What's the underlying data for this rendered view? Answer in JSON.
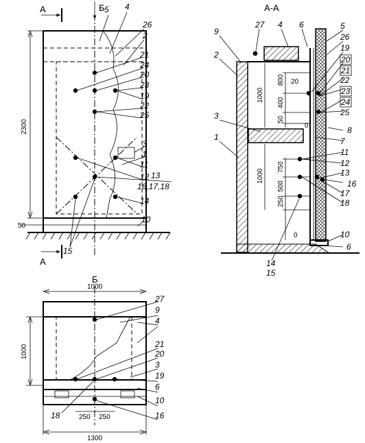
{
  "views": {
    "front": {
      "section_marks": [
        "А",
        "А",
        "Б"
      ],
      "dimensions": [
        "2300",
        "50"
      ],
      "labels": [
        "5",
        "4",
        "26",
        "2",
        "21",
        "24",
        "20",
        "23",
        "19",
        "22",
        "25",
        "3",
        "1",
        "11",
        "12",
        "13",
        "16,17,18",
        "14",
        "10",
        "15"
      ]
    },
    "section_aa": {
      "title": "А-А",
      "dimensions": [
        "800",
        "20",
        "400",
        "50",
        "0",
        "750",
        "500",
        "250",
        "0",
        "1000",
        "1000"
      ],
      "labels": [
        "27",
        "4",
        "6",
        "5",
        "26",
        "19",
        "20",
        "21",
        "22",
        "23",
        "24",
        "25",
        "9",
        "2",
        "3",
        "8",
        "7",
        "1",
        "11",
        "12",
        "13",
        "16",
        "17",
        "18",
        "10",
        "6",
        "14",
        "15"
      ],
      "boxed_labels": [
        "20",
        "21",
        "23",
        "24"
      ]
    },
    "view_b": {
      "title": "Б",
      "dimensions": [
        "1000",
        "1000",
        "250",
        "250",
        "1300"
      ],
      "labels": [
        "27",
        "9",
        "4",
        "21",
        "20",
        "3",
        "19",
        "6",
        "10",
        "18",
        "16"
      ]
    }
  }
}
